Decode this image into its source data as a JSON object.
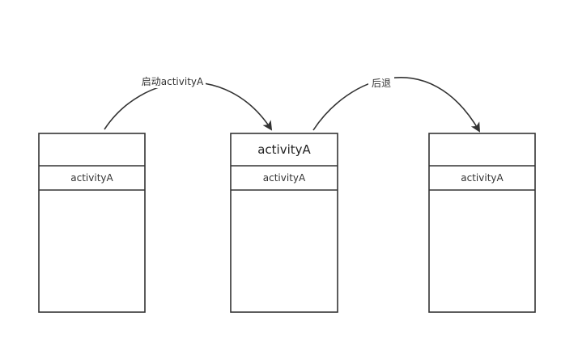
{
  "stacks": [
    {
      "top": "",
      "middle": "activityA"
    },
    {
      "top": "activityA",
      "middle": "activityA"
    },
    {
      "top": "",
      "middle": "activityA"
    }
  ],
  "transitions": [
    {
      "label": "启动activityA"
    },
    {
      "label": "后退"
    }
  ],
  "colors": {
    "stroke": "#333333",
    "background": "#ffffff"
  }
}
